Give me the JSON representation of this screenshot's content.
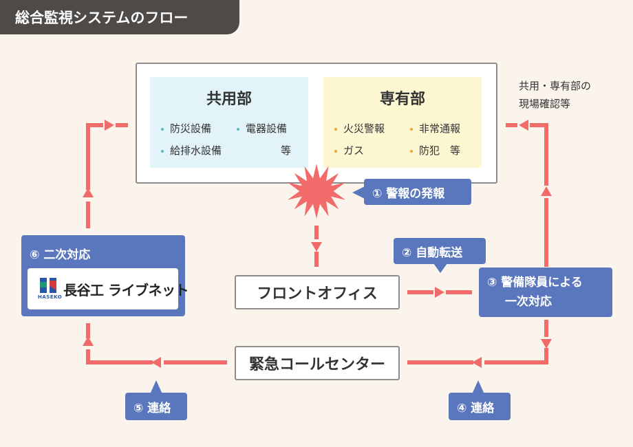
{
  "title": "総合監視システムのフロー",
  "common_area": {
    "title": "共用部",
    "items": [
      "防災設備",
      "電器設備",
      "給排水設備",
      "等"
    ]
  },
  "private_area": {
    "title": "専有部",
    "items": [
      "火災警報",
      "非常通報",
      "ガス",
      "防犯　等"
    ]
  },
  "side_note": [
    "共用・専有部の",
    "現場確認等"
  ],
  "steps": {
    "alarm": "① 警報の発報",
    "transfer": "② 自動転送",
    "guard_line1": "③ 警備隊員による",
    "guard_line2": "一次対応",
    "contact_right": "④ 連絡",
    "contact_left": "⑤ 連絡",
    "secondary": "⑥ 二次対応"
  },
  "front_office": "フロントオフィス",
  "call_center": "緊急コールセンター",
  "logo": {
    "company": "長谷工 ライブネット",
    "sub": "HASEKO"
  },
  "colors": {
    "arrow": "#f26b6b",
    "badge": "#5a77bd",
    "title_bg": "#4d4a48",
    "background": "#fbf4ec"
  }
}
